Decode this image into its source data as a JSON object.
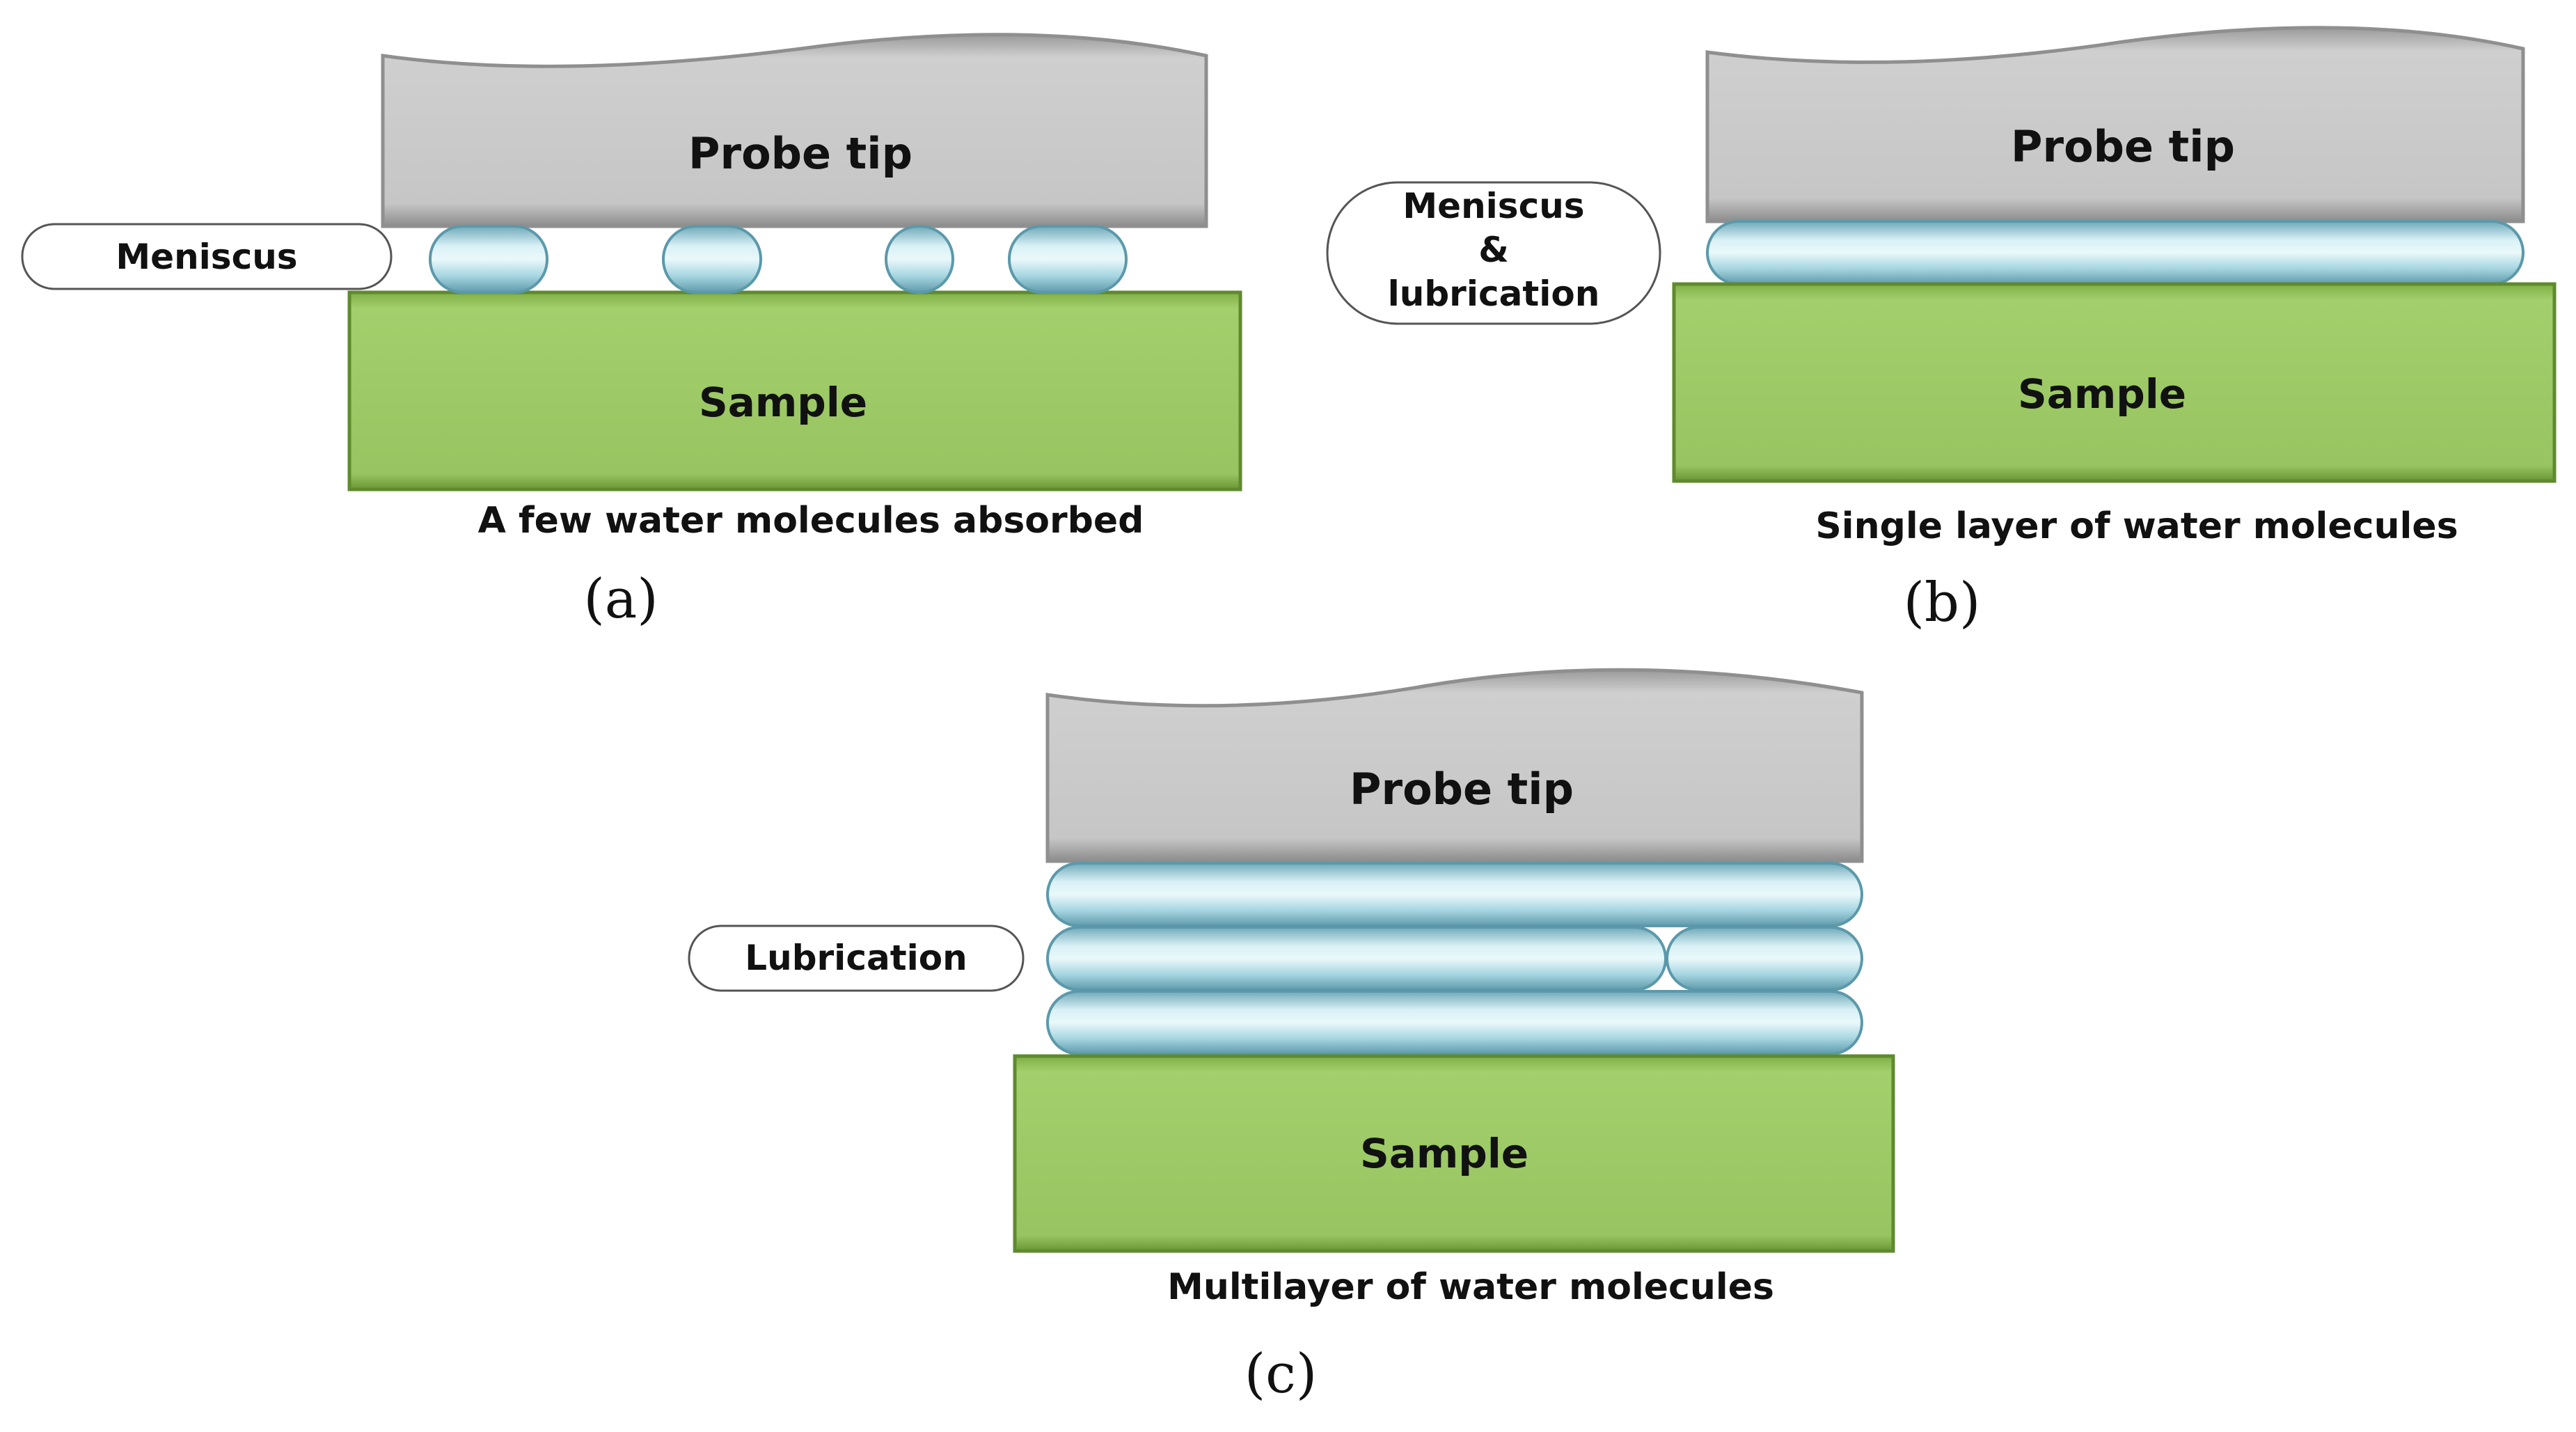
{
  "panels": {
    "a": {
      "probe_label": "Probe tip",
      "sample_label": "Sample",
      "callout_label": "Meniscus",
      "caption": "A few water molecules absorbed",
      "panel_label": "(a)"
    },
    "b": {
      "probe_label": "Probe tip",
      "sample_label": "Sample",
      "callout_lines": [
        "Meniscus",
        "&",
        "lubrication"
      ],
      "caption": "Single layer of water molecules",
      "panel_label": "(b)"
    },
    "c": {
      "probe_label": "Probe tip",
      "sample_label": "Sample",
      "callout_label": "Lubrication",
      "caption": "Multilayer of water molecules",
      "panel_label": "(c)"
    }
  },
  "colors": {
    "probe_fill": "#c8c8c8",
    "probe_edge": "#8f8f8f",
    "sample_fill": "#9cc865",
    "sample_edge": "#5f8a2e",
    "water_fill": "#9fd2de",
    "water_edge": "#5b99aa",
    "callout_edge": "#555555"
  }
}
